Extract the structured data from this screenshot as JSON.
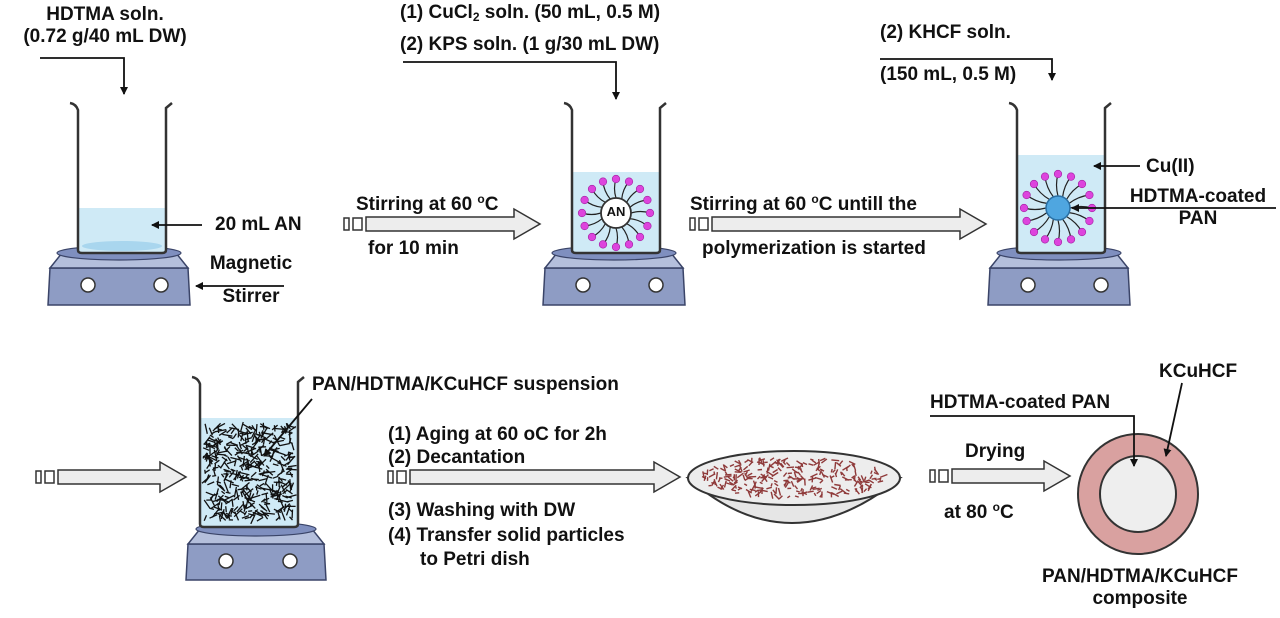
{
  "colors": {
    "liquid": "#cfeaf6",
    "liquid_dark": "#a9d6ee",
    "stirrer_top": "#b4bfdc",
    "stirrer_side": "#8e9cc4",
    "stirrer_outline": "#3a4468",
    "magenta": "#dd44dd",
    "particle_blue": "#4fa6e0",
    "shell": "#d9a1a0",
    "core": "#eeeeee",
    "arrow_fill": "#ededed",
    "flake": "#8f3a3a"
  },
  "step1": {
    "hdtma_line1": "HDTMA soln.",
    "hdtma_line2": "(0.72 g/40 mL DW)",
    "an_label": "20 mL AN",
    "stirrer_line1": "Magnetic",
    "stirrer_line2": "Stirrer"
  },
  "arrow1": {
    "line1_pre": "Stirring at 60 ",
    "line1_sup": "o",
    "line1_post": "C",
    "line2": "for 10 min"
  },
  "step2": {
    "cucl2_pre": "(1) CuCl",
    "cucl2_sub": "2",
    "cucl2_post": " soln. (50 mL, 0.5 M)",
    "kps": "(2) KPS soln. (1 g/30 mL DW)",
    "micelle_label": "AN"
  },
  "arrow2": {
    "line1_pre": "Stirring at 60 ",
    "line1_sup": "o",
    "line1_post": "C untill the",
    "line2": "polymerization is started"
  },
  "step3": {
    "khcf_line1": "(2) KHCF soln.",
    "khcf_line2": "(150 mL, 0.5 M)",
    "cu_label": "Cu(II)",
    "hdtma_pan_line1": "HDTMA-coated",
    "hdtma_pan_line2": "PAN"
  },
  "step4": {
    "suspension_label": "PAN/HDTMA/KCuHCF suspension"
  },
  "arrow4": {
    "line1": "(1) Aging at 60 oC for 2h",
    "line2": "(2) Decantation",
    "line3": "(3) Washing with DW",
    "line4": "(4) Transfer solid particles",
    "line5": "to Petri dish"
  },
  "arrow5": {
    "line1": "Drying",
    "line2_pre": "at 80 ",
    "line2_sup": "o",
    "line2_post": "C"
  },
  "composite": {
    "kcuhcf": "KCuHCF",
    "hdtma_pan": "HDTMA-coated PAN",
    "name_line1": "PAN/HDTMA/KCuHCF",
    "name_line2": "composite"
  }
}
